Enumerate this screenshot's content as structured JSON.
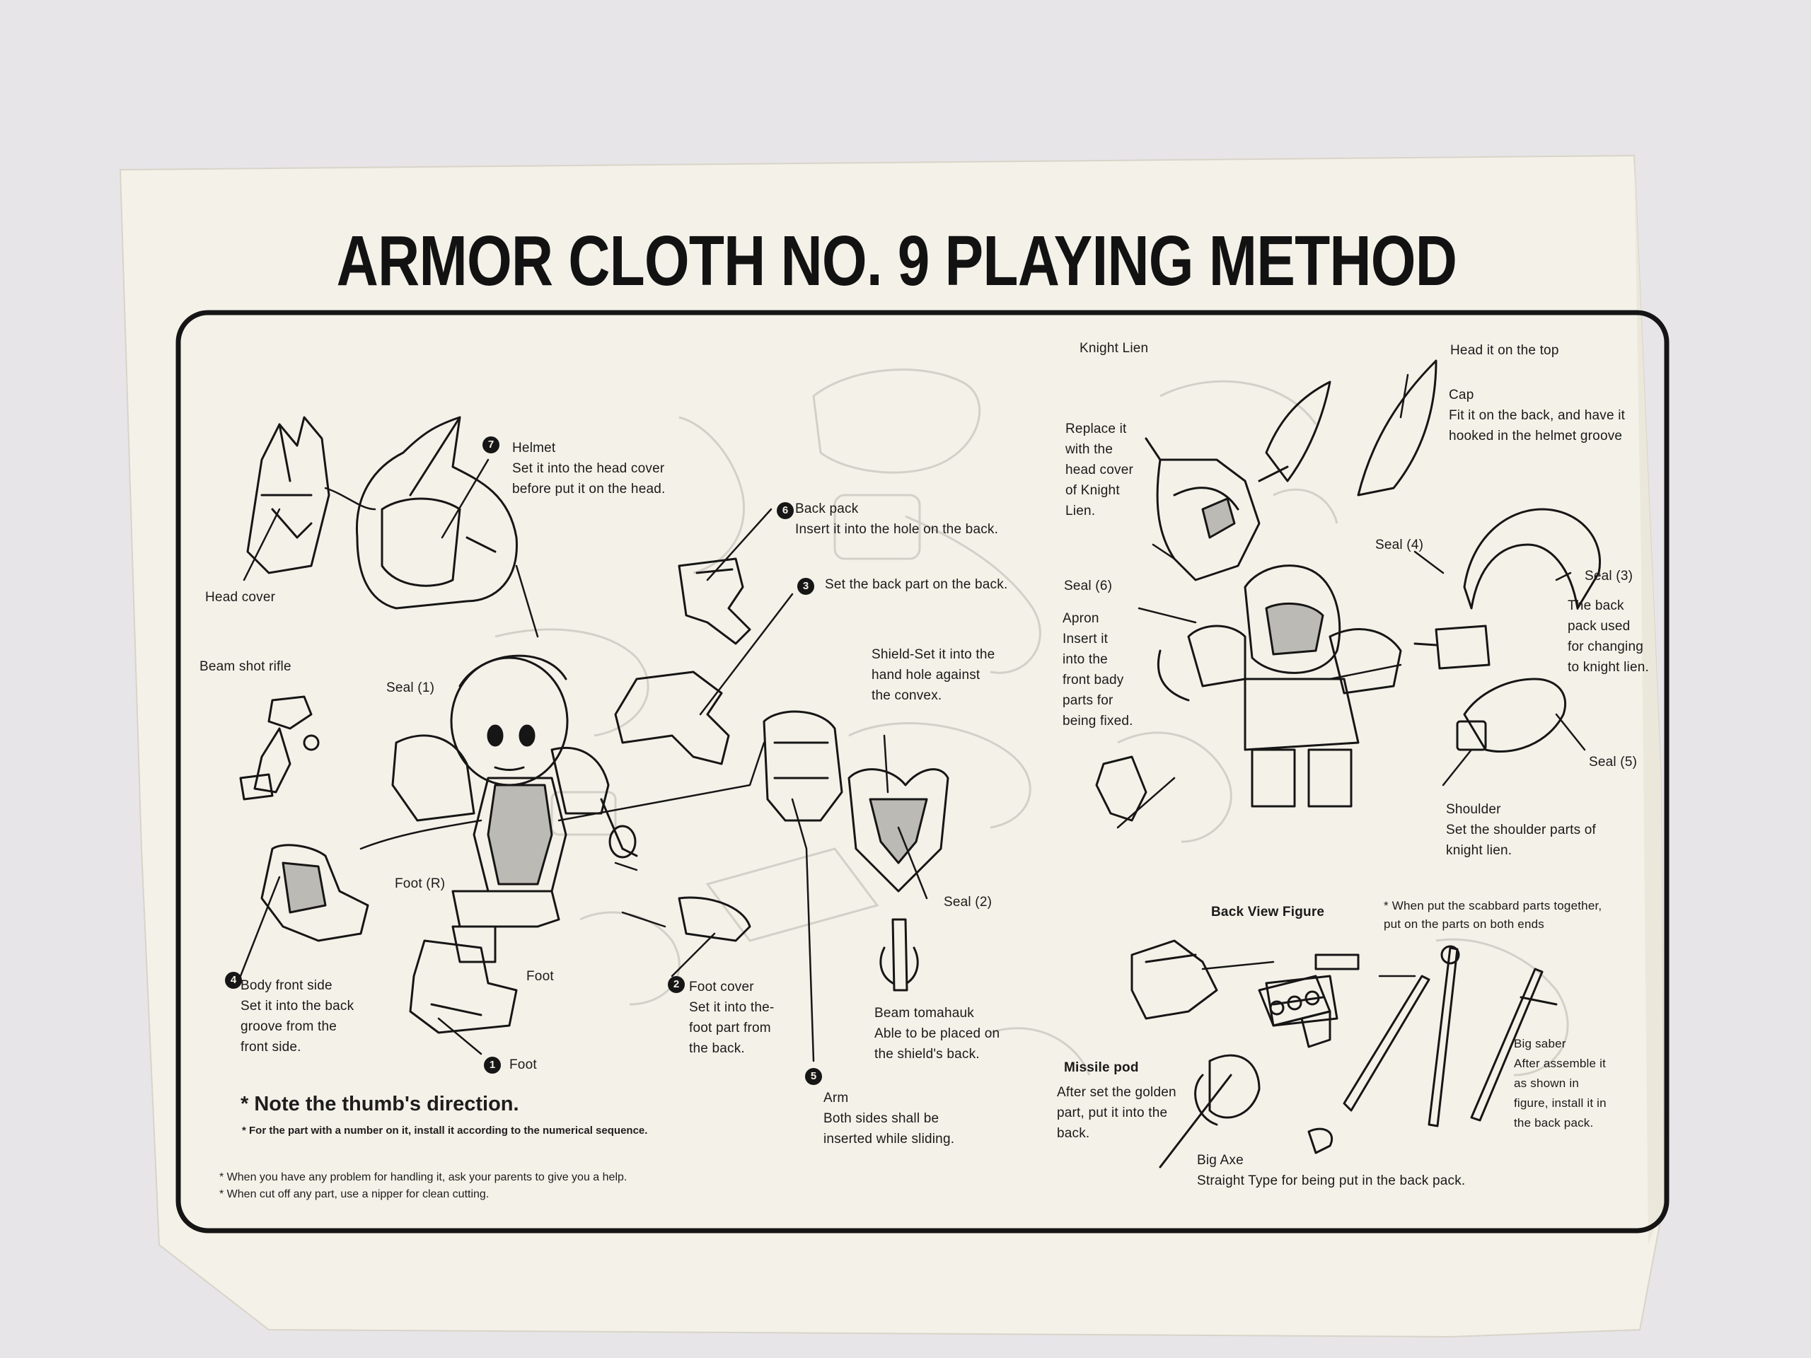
{
  "document": {
    "title": "ARMOR CLOTH NO. 9 PLAYING METHOD",
    "palette": {
      "paper": "#f4f1e8",
      "ink": "#161616",
      "background": "#e7e5e8",
      "faded_ink": "#b9b6b0"
    }
  },
  "labels": {
    "head_cover": "Head cover",
    "helmet": "Helmet\nSet it into the head cover\nbefore put it on the head.",
    "back_pack": "Back pack\nInsert it into the hole on the back.",
    "back_part": "Set the back part on the back.",
    "beam_shot_rifle": "Beam shot rifle",
    "seal_1": "Seal  (1)",
    "shield": "Shield-Set it into the\nhand hole  against\nthe convex.",
    "foot_r": "Foot (R)",
    "seal_2": "Seal  (2)",
    "body_front_side": "Body front side\nSet it into the back\ngroove from the\nfront side.",
    "foot_mid": "Foot",
    "foot_cover": "Foot cover\nSet it into the-\nfoot part from\nthe back.",
    "beam_tomahauk": "Beam tomahauk\nAble to be placed on\nthe shield's back.",
    "foot_1": "Foot",
    "arm": "Arm\nBoth sides shall be\ninserted while sliding.",
    "knight_lien": "Knight Lien",
    "replace": "Replace it\nwith the\nhead cover\nof Knight\nLien.",
    "head_on_top": "Head it on the top",
    "cap": "Cap\nFit it on the back, and have it\nhooked in the helmet groove",
    "seal_4": "Seal  (4)",
    "seal_3": "Seal  (3)",
    "seal_6": "Seal  (6)",
    "apron": "Apron\nInsert it\ninto the\nfront bady\nparts for\nbeing fixed.",
    "back_pack_changing": "The back\npack used\nfor changing\nto knight lien.",
    "seal_5": "Seal  (5)",
    "shoulder": "Shoulder\nSet the shoulder parts of\nknight lien.",
    "back_view_figure": "Back View Figure",
    "scabbard": "* When put the scabbard parts together,\nput on the parts on both ends",
    "missile_pod": "Missile pod",
    "missile_pod_text": "After set the golden\npart, put it into the\nback.",
    "big_saber": "Big saber\nAfter assemble it\nas shown in\nfigure, install it in\nthe back pack.",
    "big_axe": "Big Axe\nStraight Type for being put in the back pack."
  },
  "step_numbers": {
    "helmet": "7",
    "back_pack": "6",
    "back_part": "3",
    "body_front": "4",
    "foot_cover": "2",
    "foot": "1",
    "arm": "5"
  },
  "notes": {
    "thumb": "* Note the thumb's direction.",
    "sequence": "* For the part with a number on it, install it according to the numerical sequence.",
    "parents": "* When you have any problem for handling it, ask your parents to give you a help.",
    "nipper": "* When cut off any part, use a nipper for clean cutting."
  }
}
